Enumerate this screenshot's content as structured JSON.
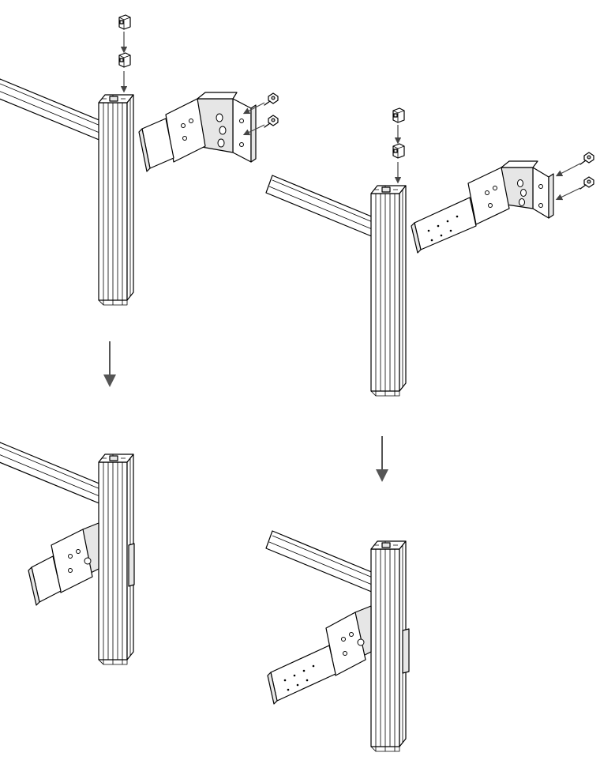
{
  "figure": {
    "kind": "assembly-instruction",
    "steps": [
      {
        "id": "left-before",
        "parts": [
          "horizontal-extrusion",
          "vertical-post",
          "t-nut",
          "t-nut",
          "angle-bracket",
          "socket-screw",
          "socket-screw"
        ]
      },
      {
        "id": "right-before",
        "parts": [
          "horizontal-extrusion",
          "vertical-post",
          "t-nut",
          "t-nut",
          "long-angle-bracket",
          "socket-screw",
          "socket-screw"
        ]
      },
      {
        "id": "left-after",
        "parts": [
          "horizontal-extrusion",
          "vertical-post",
          "angle-bracket-mounted"
        ]
      },
      {
        "id": "right-after",
        "parts": [
          "horizontal-extrusion",
          "vertical-post",
          "long-angle-bracket-mounted"
        ]
      }
    ],
    "colors": {
      "line": "#000000",
      "shade": "#e6e6e6",
      "dark": "#bdbdbd",
      "arrow": "#555555"
    },
    "icons": [
      "down-arrow-icon",
      "insert-arrow-icon"
    ]
  }
}
